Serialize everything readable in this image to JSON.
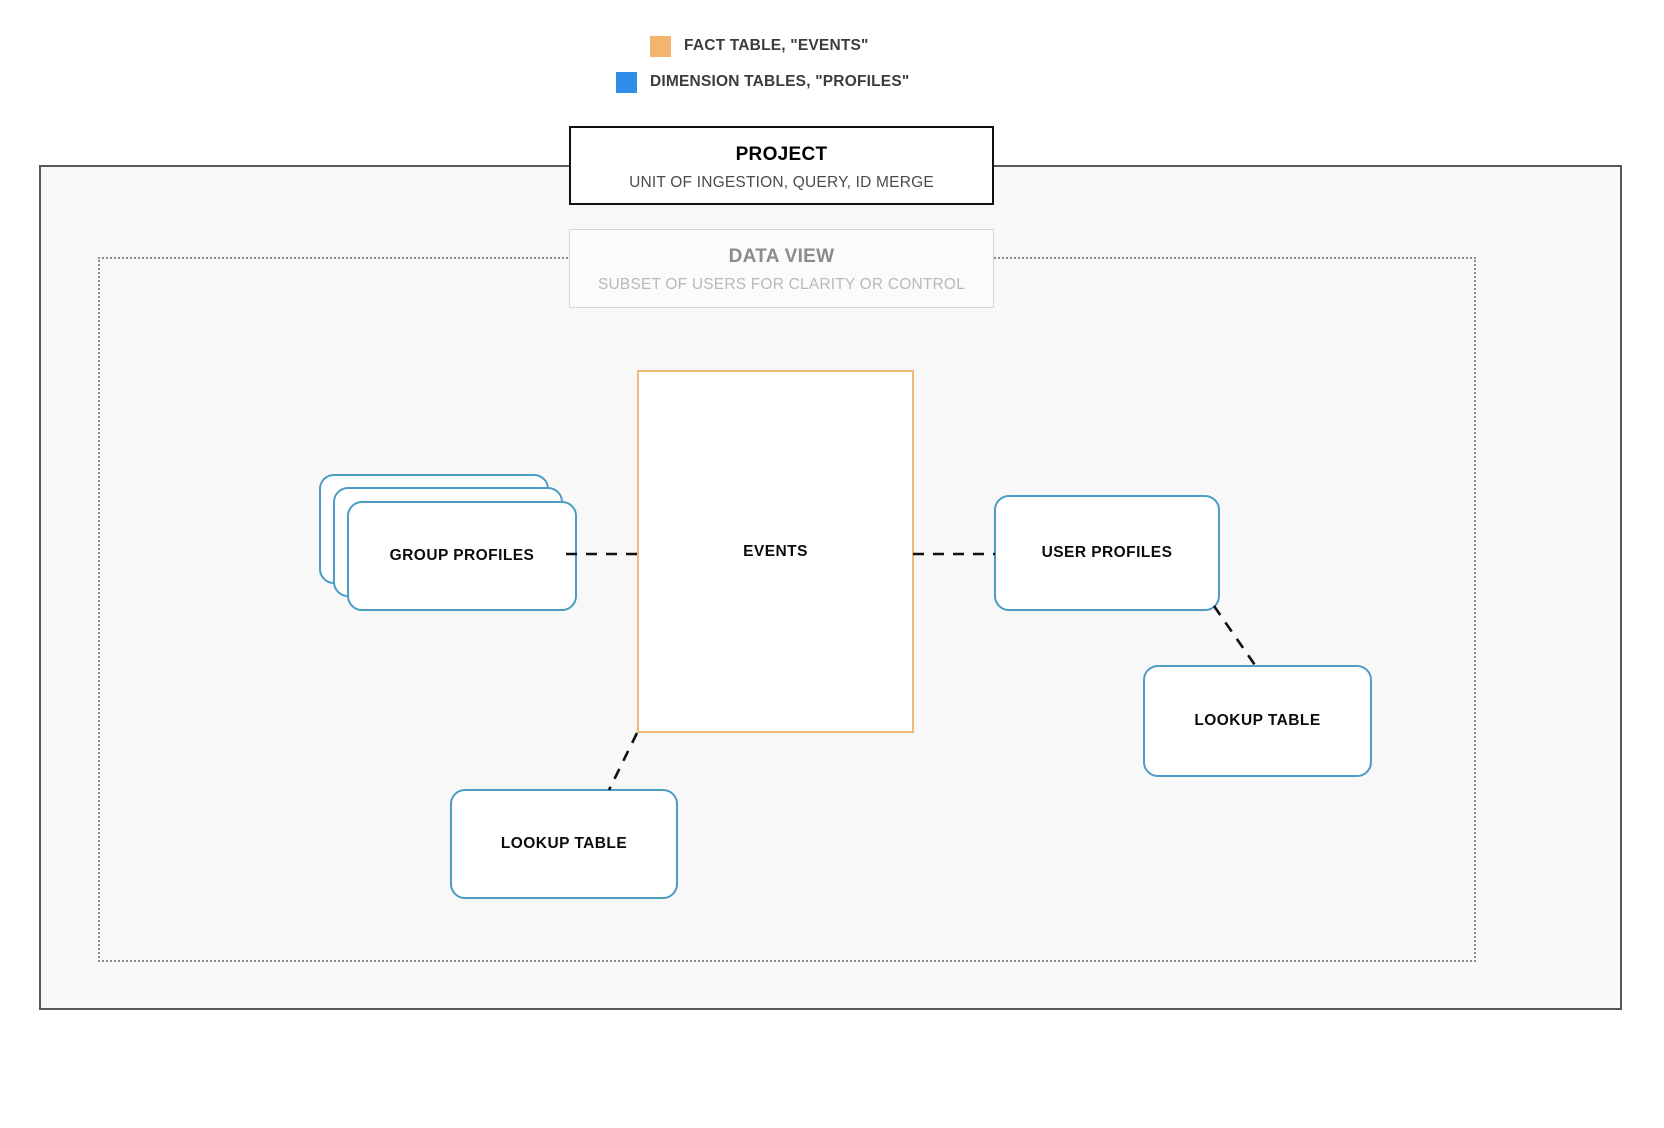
{
  "legend": {
    "items": [
      {
        "icon": "orange-square-swatch",
        "color": "#f2b56e",
        "label": "FACT TABLE, \"EVENTS\""
      },
      {
        "icon": "blue-square-swatch",
        "color": "#2f8fe8",
        "label": "DIMENSION TABLES, \"PROFILES\""
      }
    ]
  },
  "project": {
    "title": "PROJECT",
    "subtitle": "UNIT OF INGESTION, QUERY, ID MERGE",
    "border_color": "#111111"
  },
  "data_view": {
    "title": "DATA VIEW",
    "subtitle": "SUBSET OF USERS FOR CLARITY OR CONTROL",
    "border_color": "#d5d5d5"
  },
  "nodes": {
    "events": {
      "label": "EVENTS",
      "kind": "fact-table",
      "border_color": "#eeb97a"
    },
    "group_profiles": {
      "label": "GROUP PROFILES",
      "kind": "dimension-table-stack",
      "border_color": "#4d9cc6",
      "stack_count": 3
    },
    "user_profiles": {
      "label": "USER PROFILES",
      "kind": "dimension-table",
      "border_color": "#4d9cc6"
    },
    "lookup_table_left": {
      "label": "LOOKUP TABLE",
      "kind": "lookup-table",
      "border_color": "#4d9cc6"
    },
    "lookup_table_right": {
      "label": "LOOKUP TABLE",
      "kind": "lookup-table",
      "border_color": "#4d9cc6"
    }
  },
  "connectors": [
    {
      "name": "group-profiles-to-events",
      "style": "dashed",
      "color": "#111111"
    },
    {
      "name": "events-to-user-profiles",
      "style": "dashed",
      "color": "#111111"
    },
    {
      "name": "user-profiles-to-lookup-table-right",
      "style": "dashed",
      "color": "#111111"
    },
    {
      "name": "events-to-lookup-table-left",
      "style": "dashed",
      "color": "#111111"
    }
  ],
  "canvas": {
    "background": "#ffffff",
    "frame_background": "#f8f8f8"
  }
}
